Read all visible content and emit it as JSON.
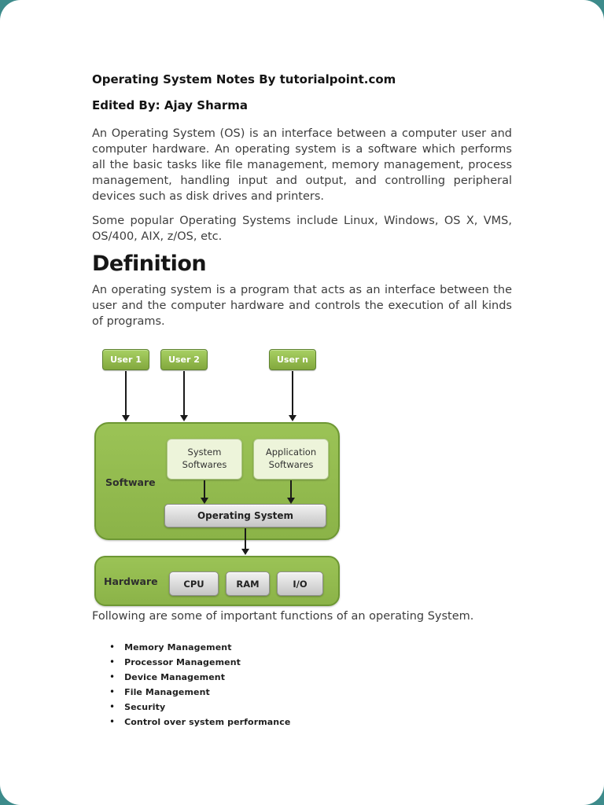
{
  "document": {
    "title": "Operating System Notes By tutorialpoint.com",
    "edited_by": "Edited By: Ajay Sharma",
    "intro_para": "An Operating System (OS) is an interface between a computer user and computer hardware. An operating system is a software which performs all the basic tasks like file management, memory management, process management, handling input and output, and controlling peripheral devices such as disk drives and printers.",
    "popular_para": "Some popular Operating Systems include Linux, Windows, OS X, VMS, OS/400, AIX, z/OS, etc.",
    "definition": {
      "heading": "Definition",
      "body": "An operating system is a program that acts as an interface between the user and the computer hardware and controls the execution of all kinds of programs."
    },
    "functions_intro": "Following are some of important functions of an operating System.",
    "functions": [
      {
        "label": "Memory Management"
      },
      {
        "label": "Processor Management"
      },
      {
        "label": "Device Management"
      },
      {
        "label": "File Management"
      },
      {
        "label": "Security"
      },
      {
        "label": "Control over system performance"
      }
    ]
  },
  "diagram": {
    "users": [
      {
        "label": "User 1"
      },
      {
        "label": "User 2"
      },
      {
        "label": "User n"
      }
    ],
    "software": {
      "label": "Software",
      "boxes": [
        {
          "label": "System Softwares"
        },
        {
          "label": "Application Softwares"
        }
      ],
      "os_label": "Operating System"
    },
    "hardware": {
      "label": "Hardware",
      "boxes": [
        {
          "label": "CPU"
        },
        {
          "label": "RAM"
        },
        {
          "label": "I/O"
        }
      ]
    }
  },
  "colors": {
    "background_teal": "#3d8b8b",
    "container_green": "#93bd4d",
    "user_box_green": "#8fb74a",
    "light_box": "#edf4da",
    "gray_box": "#d9d9d9",
    "page": "#ffffff"
  }
}
